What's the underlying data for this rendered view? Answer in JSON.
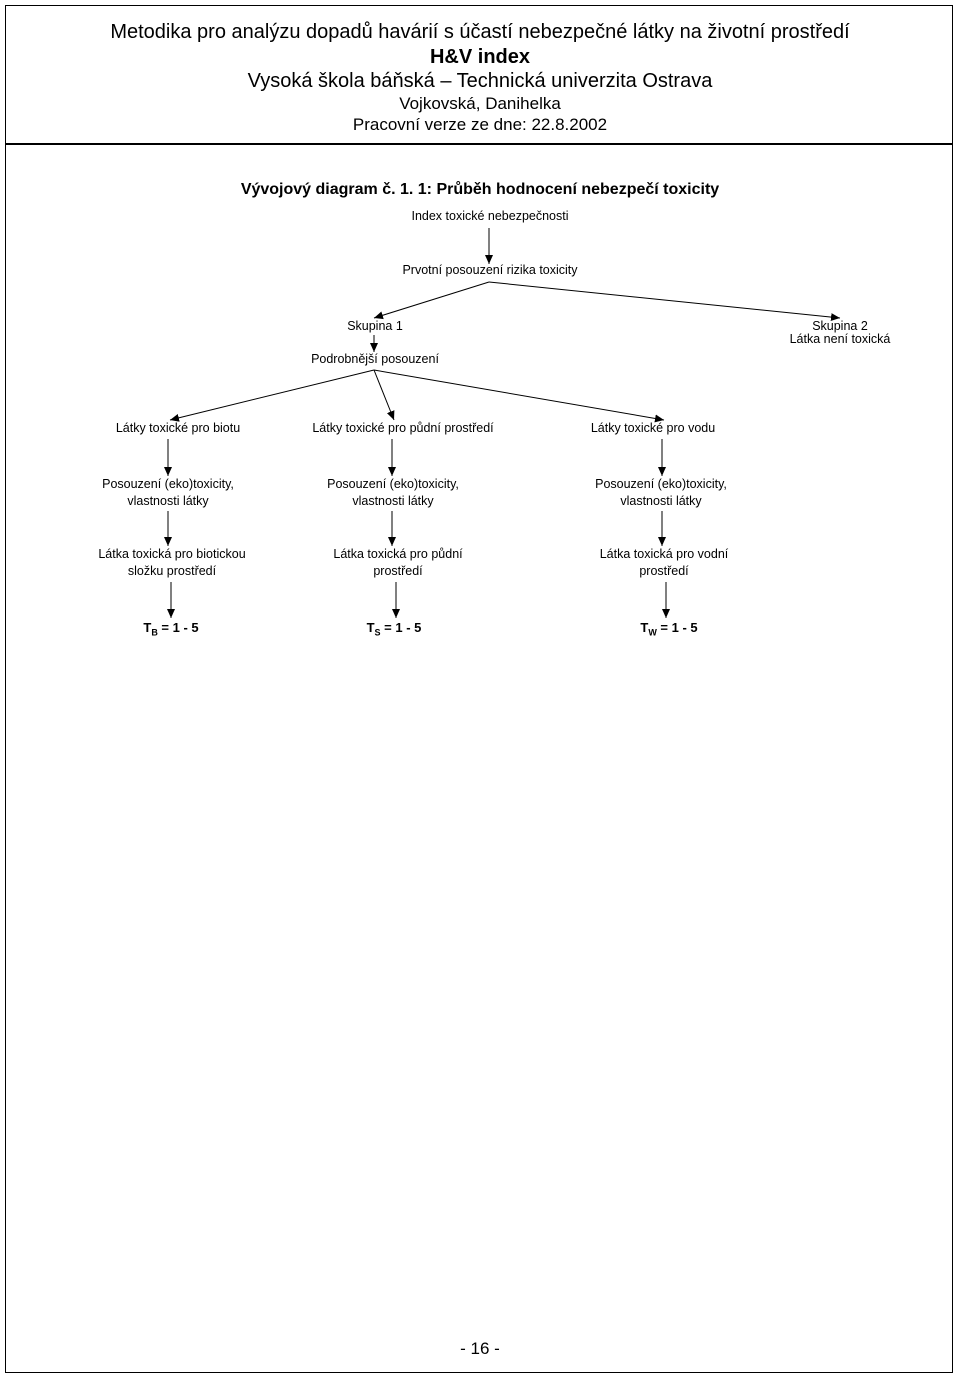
{
  "header": {
    "line1": "Metodika pro analýzu dopadů havárií s účastí nebezpečné látky na životní prostředí",
    "line2": "H&V index",
    "line3": "Vysoká škola báňská – Technická univerzita Ostrava",
    "line4": "Vojkovská, Danihelka",
    "line5": "Pracovní verze ze dne:  22.8.2002"
  },
  "diagram": {
    "title": "Vývojový diagram č. 1. 1: Průběh hodnocení nebezpečí toxicity",
    "index": "Index toxické nebezpečnosti",
    "primary": "Prvotní posouzení rizika toxicity",
    "group1": "Skupina 1",
    "group1_detail": "Podrobnější posouzení",
    "group2": "Skupina 2",
    "group2_detail": "Látka není toxická",
    "biota": "Látky toxické pro biotu",
    "soil": "Látky toxické pro půdní prostředí",
    "water": "Látky toxické pro vodu",
    "assess_b_1": "Posouzení (eko)toxicity,",
    "assess_b_2": "vlastnosti látky",
    "assess_s_1": "Posouzení (eko)toxicity,",
    "assess_s_2": "vlastnosti látky",
    "assess_w_1": "Posouzení (eko)toxicity,",
    "assess_w_2": "vlastnosti látky",
    "result_b_1": "Látka toxická pro biotickou",
    "result_b_2": "složku prostředí",
    "result_s_1": "Látka toxická pro půdní",
    "result_s_2": "prostředí",
    "result_w_1": "Látka toxická pro vodní",
    "result_w_2": "prostředí",
    "tb_symbol": "T",
    "tb_sub": "B",
    "tb_value": " = 1 - 5",
    "ts_symbol": "T",
    "ts_sub": "S",
    "ts_value": " = 1 - 5",
    "tw_symbol": "T",
    "tw_sub": "W",
    "tw_value": " = 1 - 5"
  },
  "footer": {
    "page_number": "- 16 -"
  }
}
